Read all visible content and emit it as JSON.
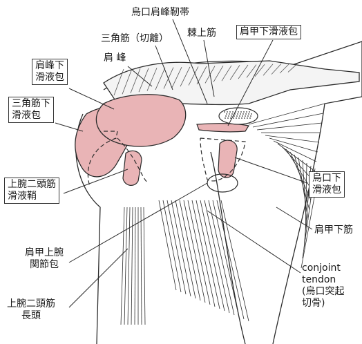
{
  "labels": {
    "coracoacromial_ligament": "烏口肩峰靭帯",
    "deltoid_cut": "三角筋（切離）",
    "acromion": "肩 峰",
    "supraspinatus": "棘上筋",
    "subscapular_bursa": "肩甲下滑液包",
    "subacromial_bursa": "肩峰下\n滑液包",
    "subdeltoid_bursa": "三角筋下\n滑液包",
    "biceps_sheath": "上腕二頭筋\n滑液鞘",
    "joint_capsule": "肩甲上腕\n関節包",
    "biceps_long_head": "上腕二頭筋\n長頭",
    "subcoracoid_bursa": "烏口下\n滑液包",
    "subscapularis": "肩甲下筋",
    "conjoint_tendon": "conjoint\ntendon\n(烏口突起\n切骨)"
  },
  "colors": {
    "bursa_fill": "#e9b4b6",
    "line": "#2a2a2a",
    "background": "#ffffff"
  }
}
